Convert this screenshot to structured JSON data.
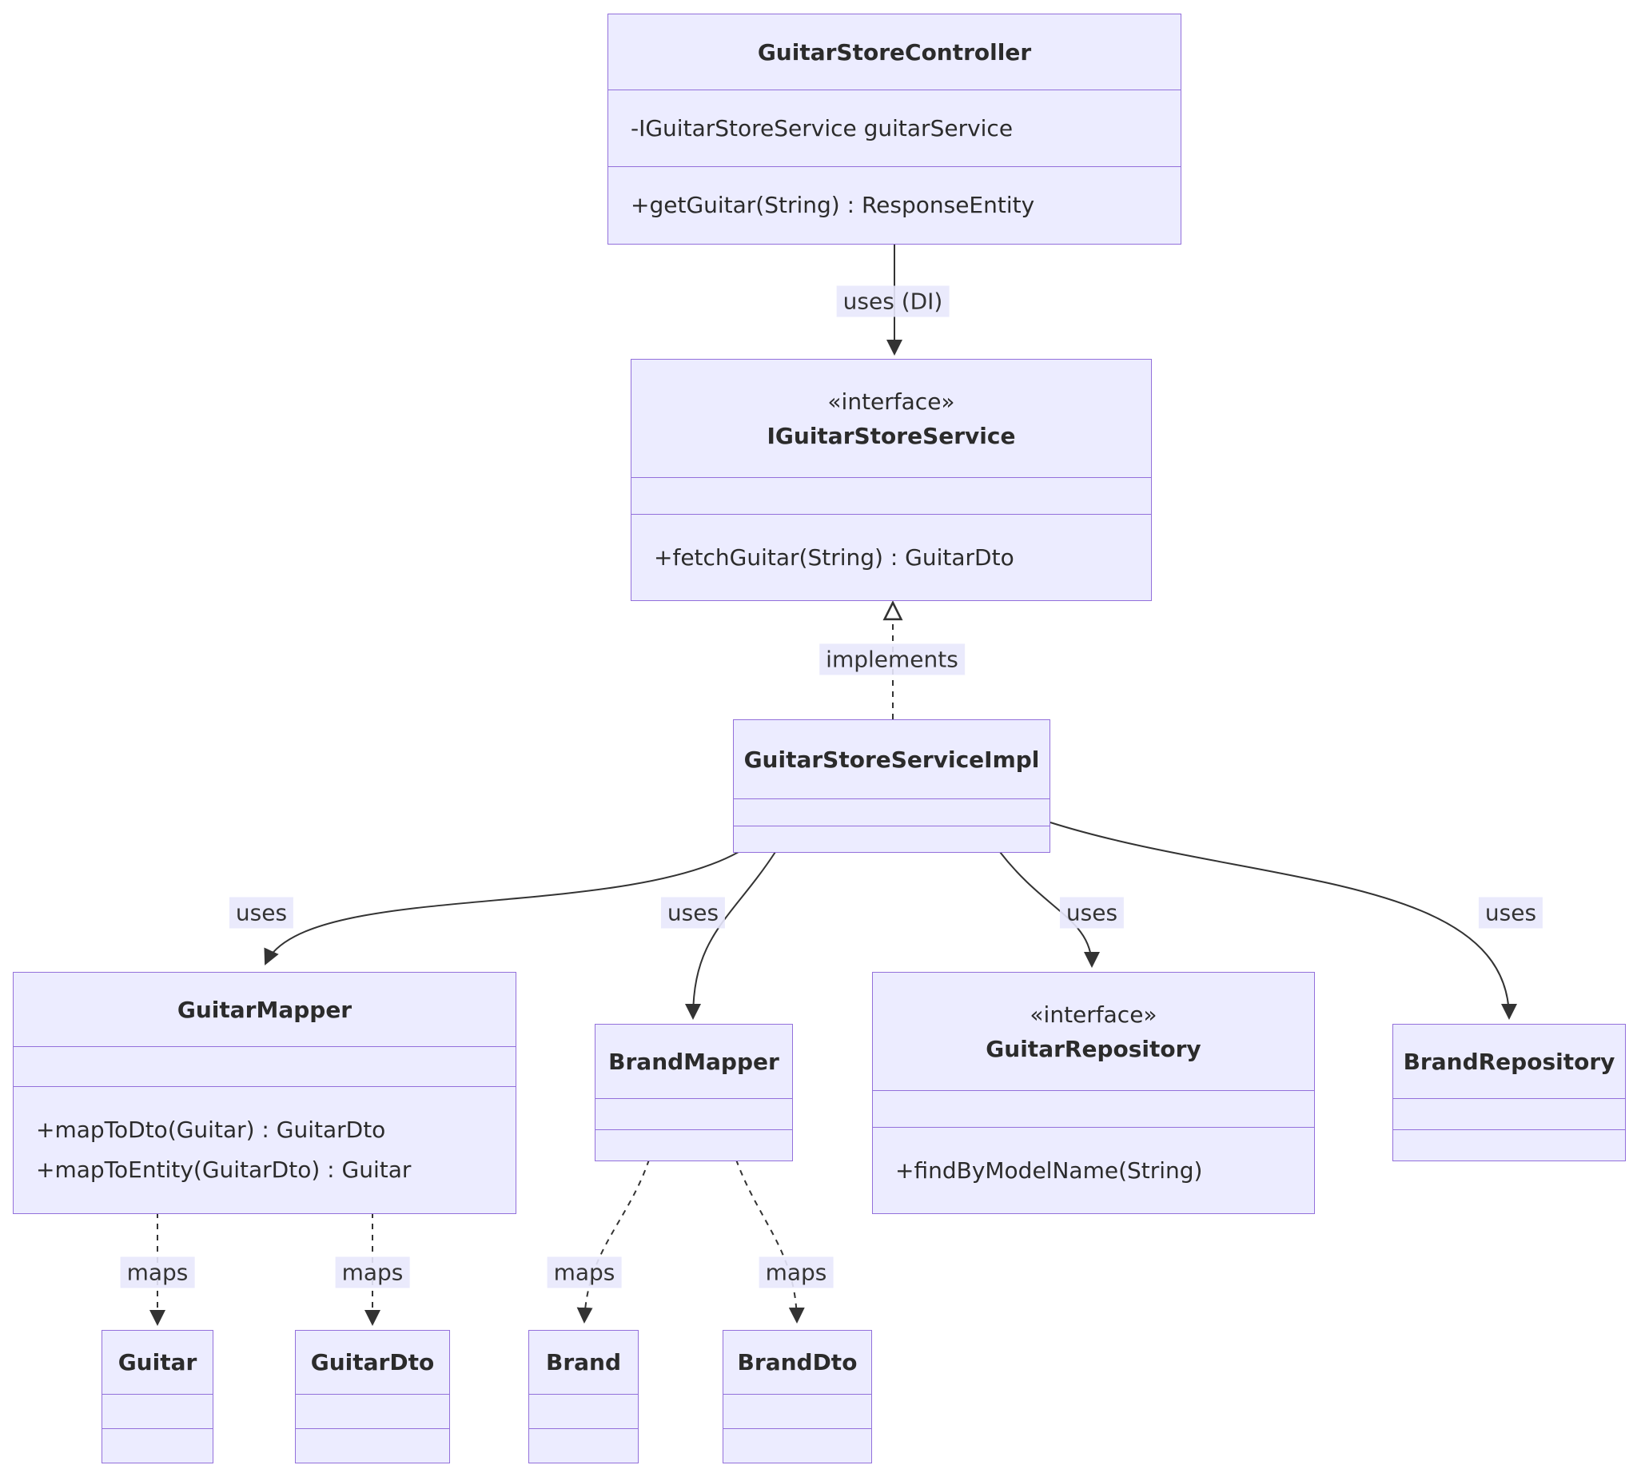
{
  "diagram": {
    "type": "uml-class-diagram",
    "classes": {
      "controller": {
        "name": "GuitarStoreController",
        "attributes": [
          "-IGuitarStoreService guitarService"
        ],
        "methods": [
          "+getGuitar(String) : ResponseEntity"
        ]
      },
      "iservice": {
        "stereotype": "«interface»",
        "name": "IGuitarStoreService",
        "attributes": [],
        "methods": [
          "+fetchGuitar(String) : GuitarDto"
        ]
      },
      "serviceImpl": {
        "name": "GuitarStoreServiceImpl",
        "attributes": [],
        "methods": []
      },
      "guitarMapper": {
        "name": "GuitarMapper",
        "attributes": [],
        "methods": [
          "+mapToDto(Guitar) : GuitarDto",
          "+mapToEntity(GuitarDto) : Guitar"
        ]
      },
      "brandMapper": {
        "name": "BrandMapper",
        "attributes": [],
        "methods": []
      },
      "guitarRepository": {
        "stereotype": "«interface»",
        "name": "GuitarRepository",
        "attributes": [],
        "methods": [
          "+findByModelName(String)"
        ]
      },
      "brandRepository": {
        "name": "BrandRepository",
        "attributes": [],
        "methods": []
      },
      "guitar": {
        "name": "Guitar",
        "attributes": [],
        "methods": []
      },
      "guitarDto": {
        "name": "GuitarDto",
        "attributes": [],
        "methods": []
      },
      "brand": {
        "name": "Brand",
        "attributes": [],
        "methods": []
      },
      "brandDto": {
        "name": "BrandDto",
        "attributes": [],
        "methods": []
      }
    },
    "edges": {
      "uses_di": "uses (DI)",
      "implements_label": "implements",
      "uses": "uses",
      "maps": "maps"
    },
    "colors": {
      "node_fill": "#ECECFF",
      "node_border": "#9370DB",
      "edge_stroke": "#333333",
      "label_bg": "#E8E8FC"
    }
  }
}
